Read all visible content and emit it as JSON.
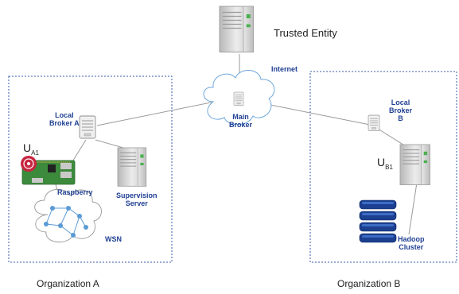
{
  "labels": {
    "trusted_entity": "Trusted Entity",
    "internet": "Internet",
    "main_broker": [
      "Main",
      "Broker"
    ],
    "local_broker_a": [
      "Local",
      "Broker A"
    ],
    "local_broker_b": [
      "Local",
      "Broker",
      "B"
    ],
    "ua1_main": "U",
    "ua1_sub": "A1",
    "ub1_main": "U",
    "ub1_sub": "B1",
    "raspberry": "Raspberry",
    "supervision_server": [
      "Supervision",
      "Server"
    ],
    "wsn": "WSN",
    "hadoop_cluster": [
      "Hadoop",
      "Cluster"
    ],
    "organization_a": "Organization A",
    "organization_b": "Organization B"
  },
  "colors": {
    "label_blue": "#1f3f93",
    "border_blue": "#3a5ba8",
    "server_gray": "#dcdcdc",
    "accent_green": "#4cb050",
    "raspberry_red": "#c8253f",
    "hadoop_navy": "#1c3f8f",
    "wsn_node": "#5b9bd5"
  },
  "icons": [
    "server-icon",
    "cloud-icon",
    "raspberry-pi-icon",
    "wsn-network-icon",
    "hadoop-cluster-icon"
  ]
}
